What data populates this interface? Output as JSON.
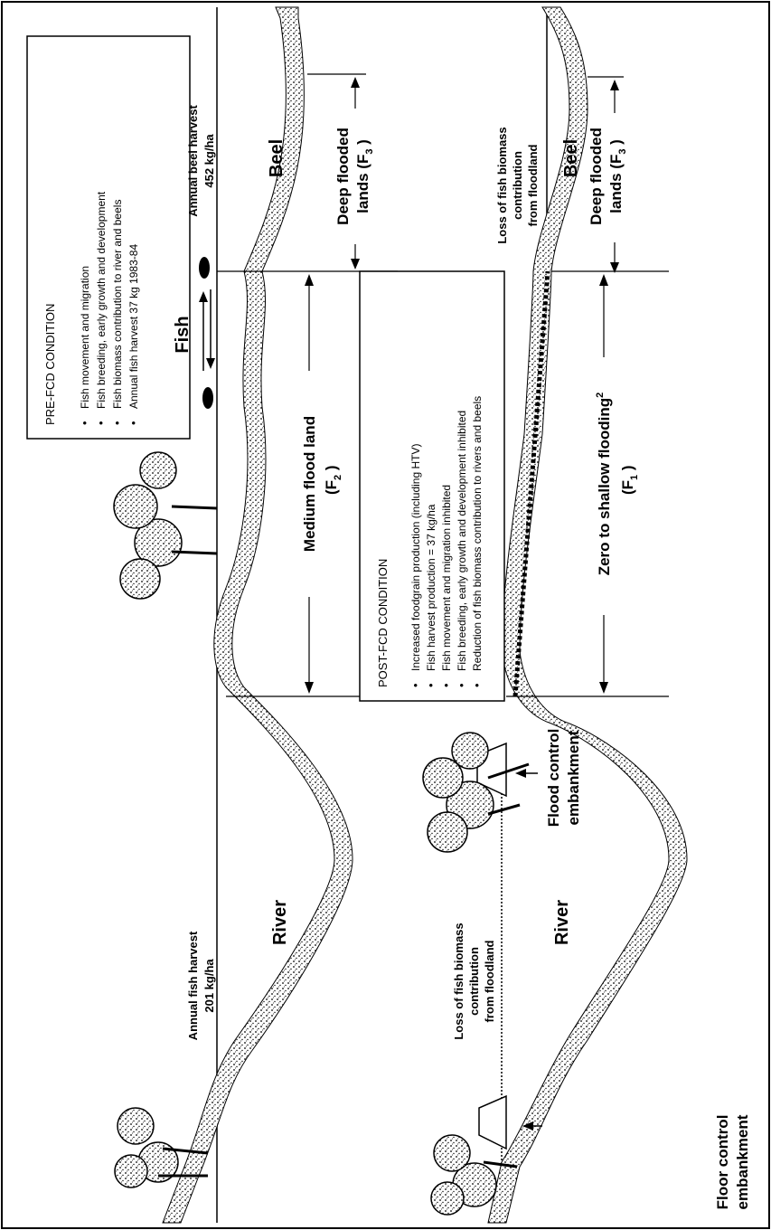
{
  "pre_fcd": {
    "box_title": "PRE-FCD CONDITION",
    "bullets": [
      "Fish movement and migration",
      "Fish breeding, early growth and development",
      "Fish biomass contribution to river and beels",
      "Annual fish harvest 37 kg 1983-84"
    ],
    "river_harvest_line1": "Annual fish harvest",
    "river_harvest_line2": "201 kg/ha",
    "river_label": "River",
    "fish_label": "Fish",
    "medium_flood_label": "Medium flood land",
    "medium_flood_code": "(F",
    "medium_flood_sub": "2",
    "beel_harvest_line1": "Annual beel harvest",
    "beel_harvest_line2": "452 kg/ha",
    "beel_label": "Beel",
    "deep_flood_line1": "Deep flooded",
    "deep_flood_line2": "lands (F",
    "deep_flood_sub": "3"
  },
  "post_fcd": {
    "box_title": "POST-FCD CONDITION",
    "bullets": [
      "Increased foodgrain production (including HTV)",
      "Fish harvest production = 37 kg/ha",
      "Fish movement and migration inhibited",
      "Fish breeding, early growth and development inhibited",
      "Reduction of fish biomass contribution to rivers and beels"
    ],
    "loss_left_line1": "Loss of fish biomass",
    "loss_left_line2": "contribution",
    "loss_left_line3": "from floodland",
    "river_label": "River",
    "floor_embankment_line1": "Floor control",
    "floor_embankment_line2": "embankment",
    "flood_embankment_line1": "Flood control",
    "flood_embankment_line2": "embankment",
    "shallow_flood_label": "Zero to shallow flooding",
    "shallow_flood_sup": "2",
    "shallow_flood_code": "(F",
    "shallow_flood_sub": "1",
    "loss_right_line1": "Loss of fish biomass",
    "loss_right_line2": "contribution",
    "loss_right_line3": "from floodland",
    "beel_label": "Beel",
    "deep_flood_line1": "Deep flooded",
    "deep_flood_line2": "lands (F",
    "deep_flood_sub": "3"
  }
}
